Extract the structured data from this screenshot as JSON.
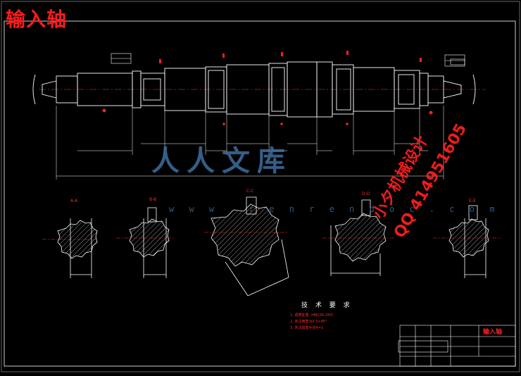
{
  "drawing": {
    "title": "输入轴",
    "watermark_site": "人人文库",
    "watermark_url": "w w w . r e n r e n d o c . c o m",
    "watermark_vendor": "小夕机械设计",
    "watermark_contact": "QQ 414951605",
    "tech_requirements_title": "技 术 要 求",
    "tech_requirements": [
      "1. 调质处理（HB220-250）",
      "2. 未注倒角为0.5×45°",
      "3. 未注圆角半径R=1"
    ],
    "section_labels": [
      "A-A",
      "B-B",
      "C-C",
      "D-D",
      "E-E"
    ],
    "title_block_name": "输入轴"
  },
  "colors": {
    "background": "#000000",
    "lines": "#ffffff",
    "annotations": "#ff2020",
    "watermark": "#3c6ea0"
  }
}
